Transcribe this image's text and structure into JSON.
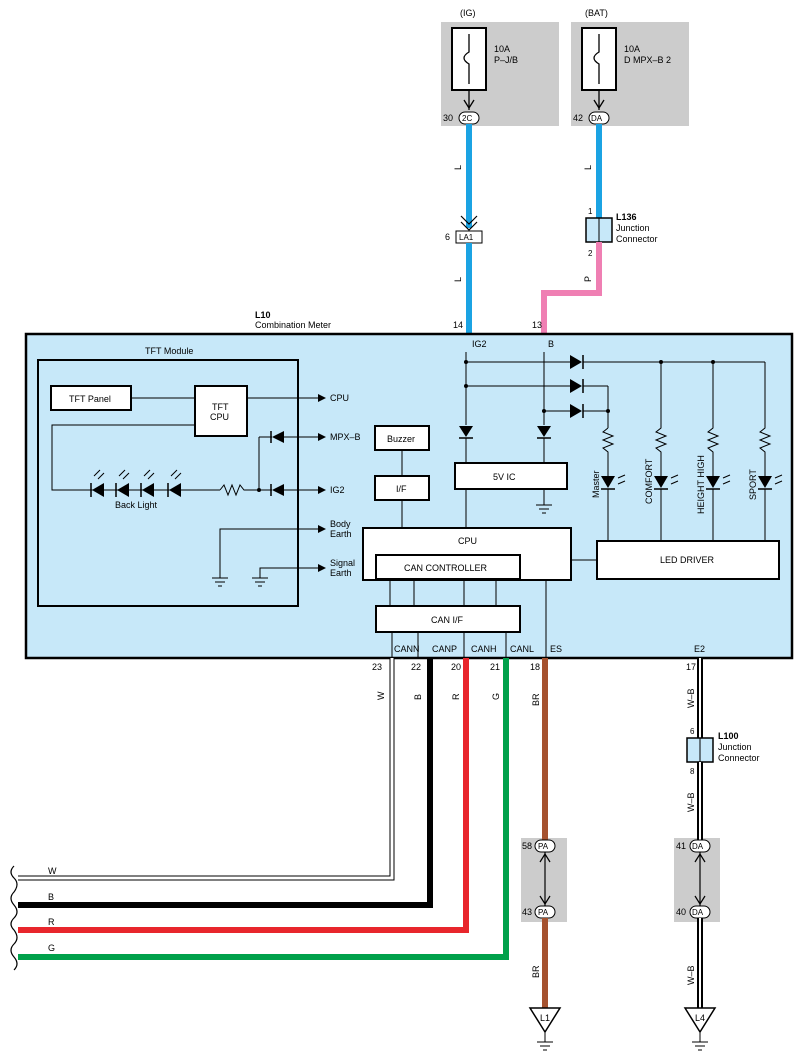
{
  "fuses": {
    "ig": {
      "source": "(IG)",
      "rating": "10A",
      "name": "P–J/B",
      "pin": "30",
      "conn": "2C"
    },
    "bat": {
      "source": "(BAT)",
      "rating": "10A",
      "name": "D MPX–B 2",
      "pin": "42",
      "conn": "DA"
    }
  },
  "wires_top": {
    "ig_color_a": "L",
    "ig_color_b": "L",
    "lal_pin": "6",
    "lal_conn": "LA1",
    "bat_color": "L",
    "bat_color_p": "P",
    "l136_pin1": "1",
    "l136_pin2": "2",
    "l136_code": "L136",
    "l136_label1": "Junction",
    "l136_label2": "Connector"
  },
  "meter": {
    "code": "L10",
    "name": "Combination Meter",
    "pin_ig2_num": "14",
    "pin_ig2": "IG2",
    "pin_b_num": "13",
    "pin_b": "B",
    "tft_module": "TFT Module",
    "tft_panel": "TFT Panel",
    "tft_cpu_1": "TFT",
    "tft_cpu_2": "CPU",
    "out_cpu": "CPU",
    "out_mpxb": "MPX–B",
    "out_ig2": "IG2",
    "out_body_1": "Body",
    "out_body_2": "Earth",
    "out_sig_1": "Signal",
    "out_sig_2": "Earth",
    "back_light": "Back Light",
    "buzzer": "Buzzer",
    "if": "I/F",
    "ic5v": "5V IC",
    "cpu": "CPU",
    "can_controller": "CAN CONTROLLER",
    "can_if": "CAN I/F",
    "led_driver": "LED DRIVER",
    "led_master": "Master",
    "led_comfort": "COMFORT",
    "led_height": "HEIGHT HIGH",
    "led_sport": "SPORT",
    "bottom_pins": {
      "canN": "CANN",
      "canP": "CANP",
      "canH": "CANH",
      "canL": "CANL",
      "es": "ES",
      "e2": "E2"
    }
  },
  "bottom": {
    "p23": "23",
    "p22": "22",
    "p20": "20",
    "p21": "21",
    "p18": "18",
    "p17": "17",
    "w": "W",
    "b": "B",
    "r": "R",
    "g": "G",
    "br": "BR",
    "wb": "W–B",
    "pa58": "58",
    "pa43": "43",
    "pa": "PA",
    "da41": "41",
    "da40": "40",
    "da": "DA",
    "l100_code": "L100",
    "l100_label1": "Junction",
    "l100_label2": "Connector",
    "l100_p6": "6",
    "l100_p8": "8",
    "ground_l1": "L1",
    "ground_l4": "L4",
    "bus_w": "W",
    "bus_b": "B",
    "bus_r": "R",
    "bus_g": "G"
  },
  "colors": {
    "blue": "#1ba3e3",
    "pink": "#ef7fb3",
    "red": "#e8262c",
    "green": "#00a14b",
    "brown": "#a5522f",
    "meter_bg": "#c7e8f9",
    "fuse_bg": "#cccccc"
  }
}
